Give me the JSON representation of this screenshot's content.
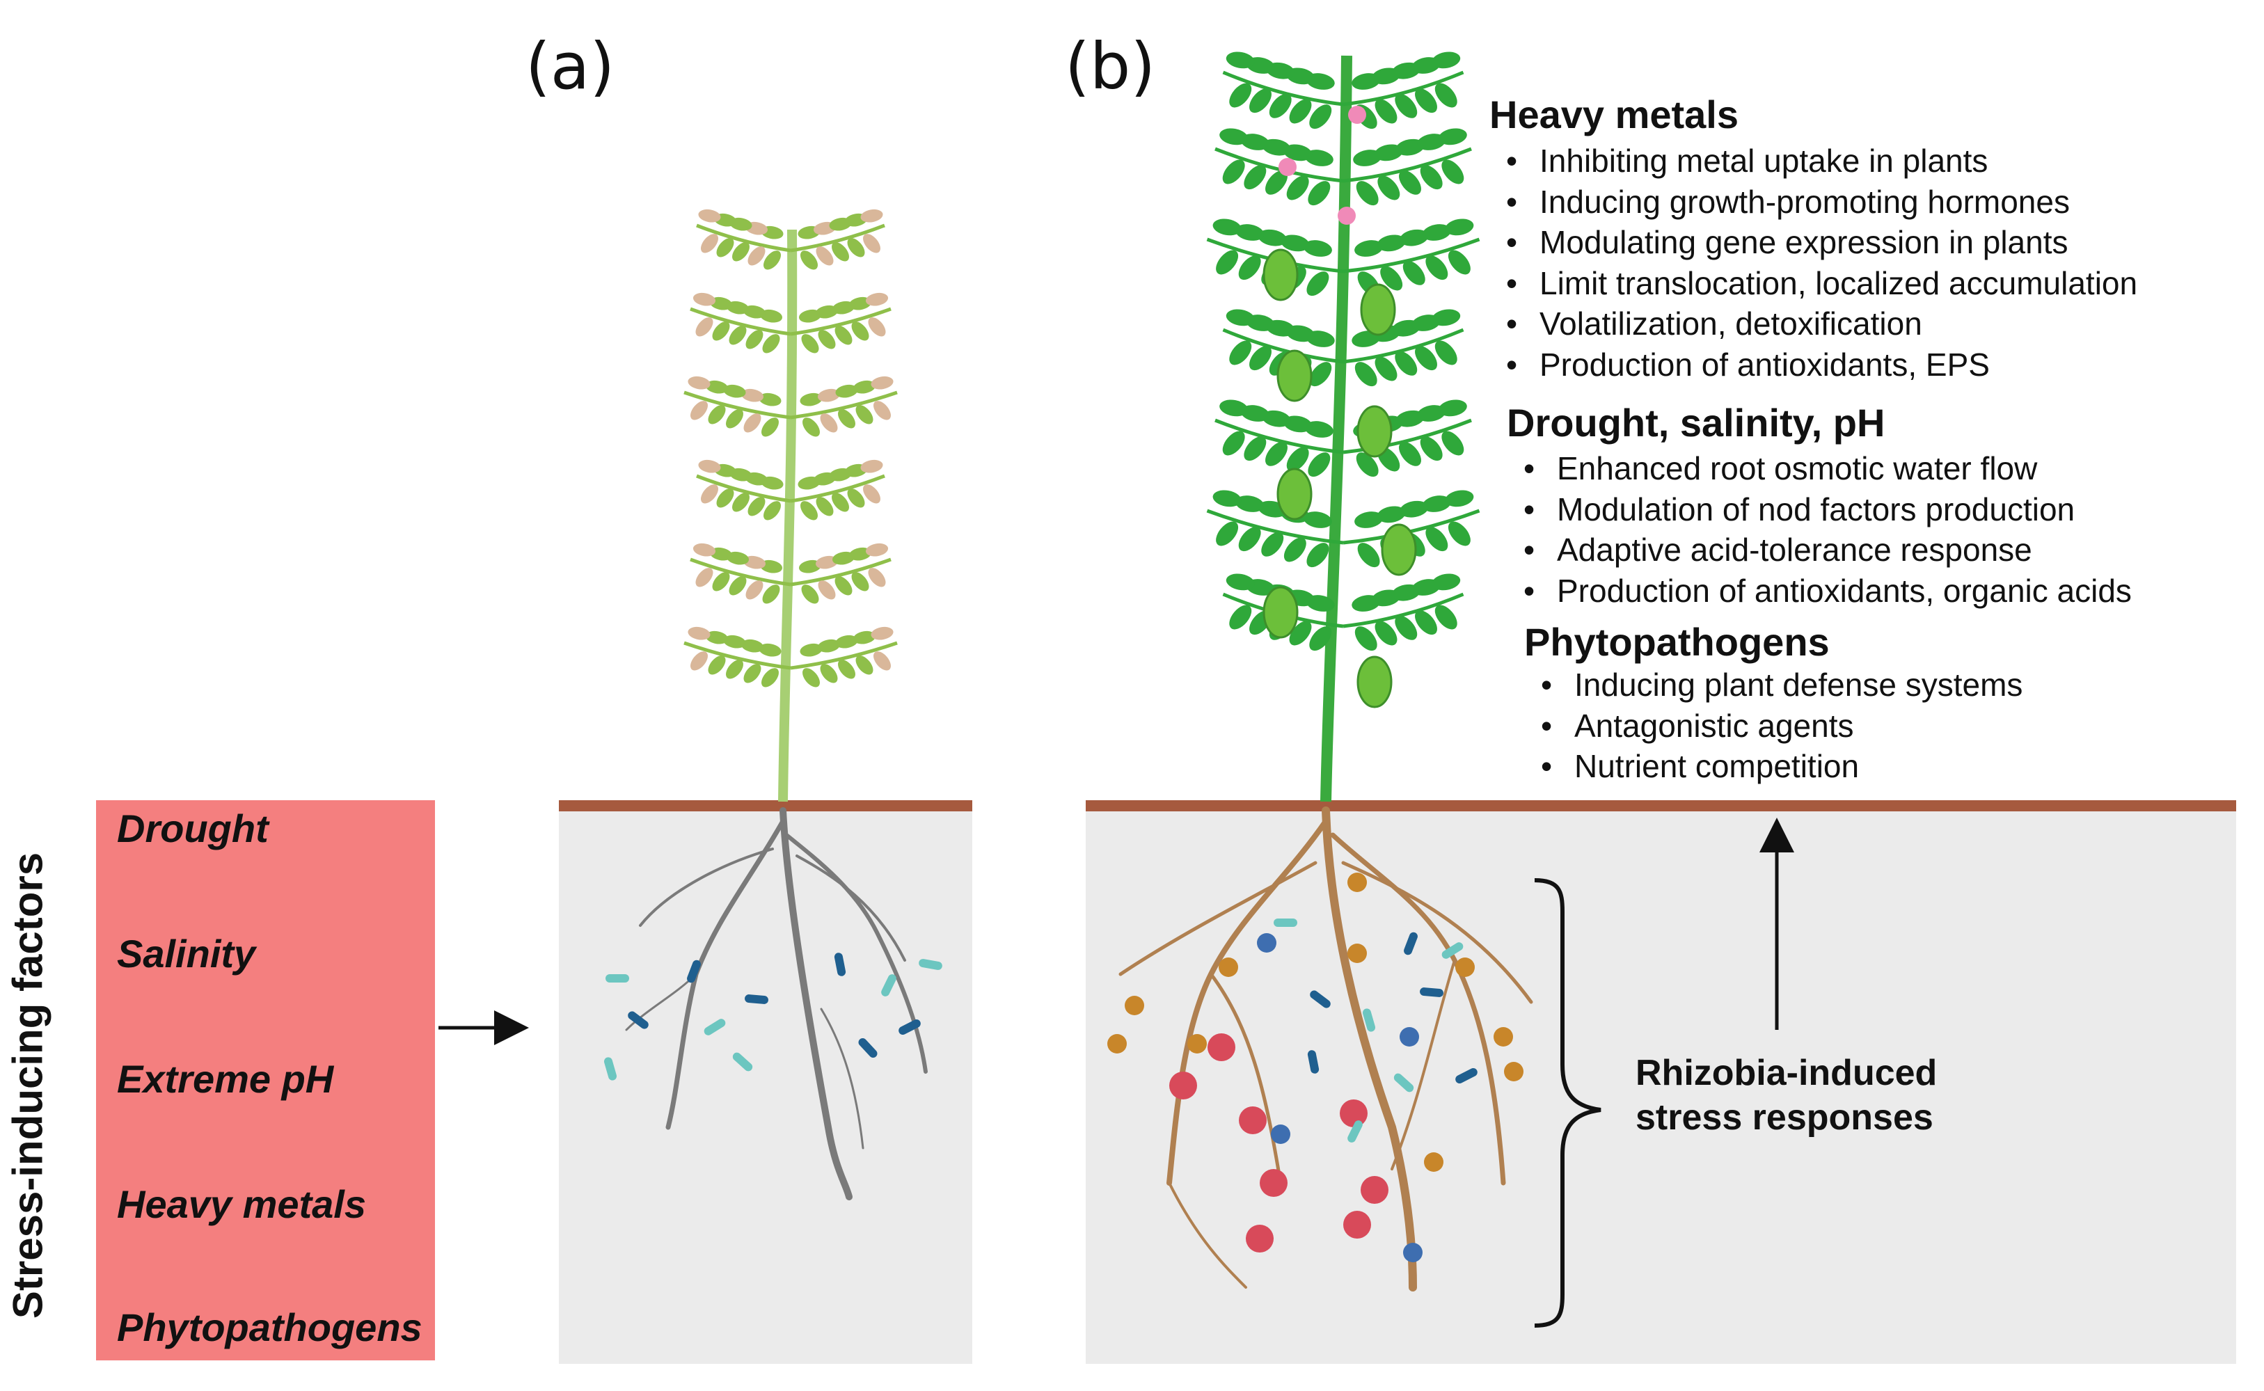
{
  "panels": {
    "a": "(a)",
    "b": "(b)"
  },
  "stress_factors": {
    "title": "Stress-inducing factors",
    "items": [
      "Drought",
      "Salinity",
      "Extreme pH",
      "Heavy metals",
      "Phytopathogens"
    ]
  },
  "responses": {
    "sections": [
      {
        "heading": "Heavy metals",
        "items": [
          "Inhibiting metal uptake in plants",
          "Inducing growth-promoting hormones",
          "Modulating gene expression in plants",
          "Limit translocation, localized accumulation",
          "Volatilization, detoxification",
          "Production of antioxidants, EPS"
        ]
      },
      {
        "heading": "Drought, salinity, pH",
        "items": [
          "Enhanced root osmotic water flow",
          "Modulation of nod factors production",
          "Adaptive acid-tolerance response",
          "Production of antioxidants, organic acids"
        ]
      },
      {
        "heading": "Phytopathogens",
        "items": [
          "Inducing plant defense systems",
          "Antagonistic agents",
          "Nutrient competition"
        ]
      }
    ]
  },
  "rhizobia_label": {
    "line1": "Rhizobia-induced",
    "line2": "stress responses"
  },
  "colors": {
    "stress_box": "#f47f7f",
    "soil": "#ebebeb",
    "soil_surface": "#a65a3e",
    "stressed_leaf": "#8fbf4a",
    "healthy_leaf": "#2fa83a",
    "root_stressed": "#7a7a7a",
    "root_healthy": "#b08050",
    "nodule": "#c8862a"
  },
  "icons": [
    "arrow-right-icon",
    "arrow-up-icon",
    "curly-brace-icon",
    "plant-stressed-icon",
    "plant-healthy-icon",
    "root-system-icon",
    "bacteria-icon",
    "nodule-icon"
  ]
}
